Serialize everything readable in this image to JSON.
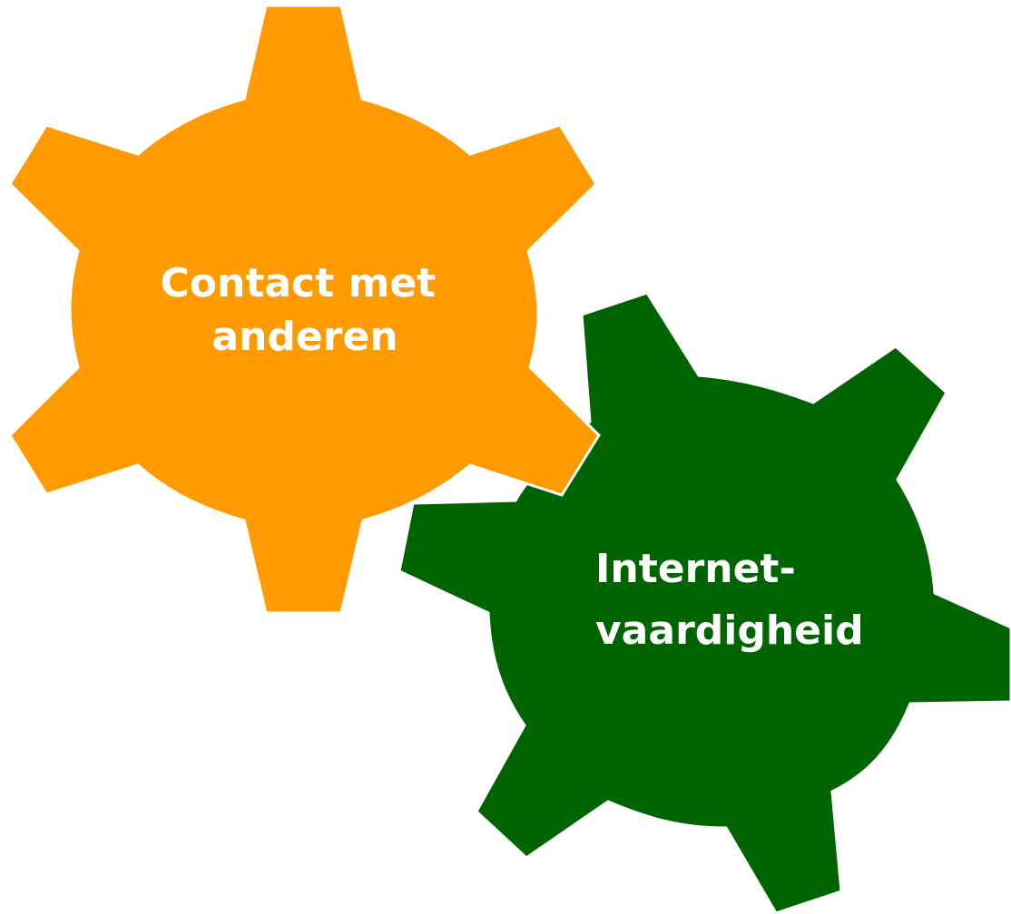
{
  "gears": [
    {
      "id": "orange",
      "lines": [
        "Contact met",
        "anderen"
      ],
      "color": "#ff9b00"
    },
    {
      "id": "green",
      "lines": [
        "Internet-",
        "vaardigheid"
      ],
      "color": "#006400"
    }
  ],
  "colors": {
    "background": "#ffffff",
    "outline": "#ffffff"
  }
}
